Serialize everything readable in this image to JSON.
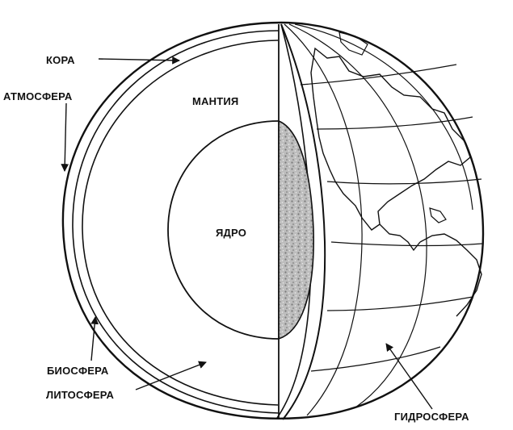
{
  "labels": {
    "kora": "КОРА",
    "atmosfera": "АТМОСФЕРА",
    "mantiya": "МАНТИЯ",
    "yadro": "ЯДРО",
    "biosfera": "БИОСФЕРА",
    "litosfera": "ЛИТОСФЕРА",
    "gidrosfera": "ГИДРОСФЕРА"
  },
  "colors": {
    "ink": "#111111",
    "background": "#ffffff",
    "core_fill_dark": "#8a8a8a",
    "core_fill_light": "#d9d9d9"
  }
}
